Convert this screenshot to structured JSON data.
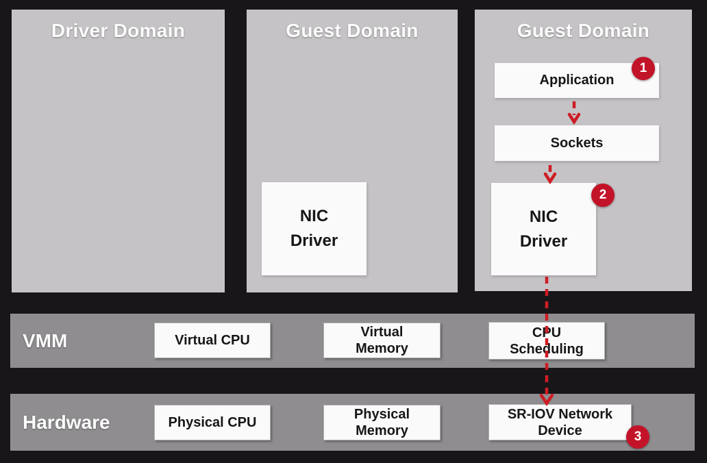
{
  "panels": [
    {
      "title": "Driver Domain"
    },
    {
      "title": "Guest Domain",
      "nic_driver": "NIC\nDriver"
    },
    {
      "title": "Guest Domain",
      "application": "Application",
      "sockets": "Sockets",
      "nic_driver": "NIC\nDriver"
    }
  ],
  "steps": [
    {
      "label": "1"
    },
    {
      "label": "2"
    },
    {
      "label": "3"
    }
  ],
  "vmm": {
    "label": "VMM",
    "virtual_cpu": "Virtual CPU",
    "virtual_memory": "Virtual\nMemory",
    "cpu_scheduling": "CPU\nScheduling"
  },
  "hardware": {
    "label": "Hardware",
    "physical_cpu": "Physical CPU",
    "physical_memory": "Physical\nMemory",
    "sriov_device": "SR-IOV Network\nDevice"
  },
  "colors": {
    "background": "#19161a",
    "panel_gray": "#c5c3c5",
    "bar_gray": "#8f8d8f",
    "box_white": "#fbfafb",
    "accent_red": "#c31329"
  }
}
